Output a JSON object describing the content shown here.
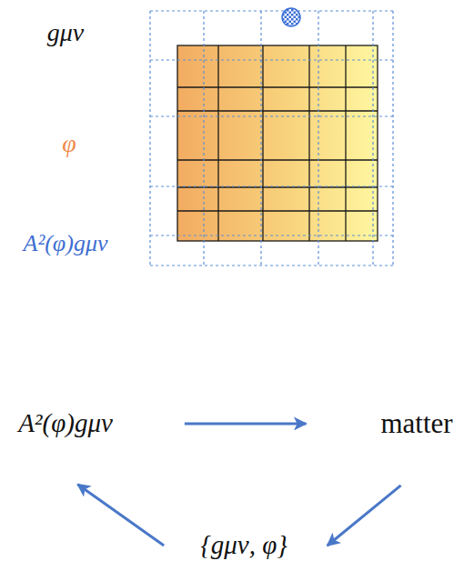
{
  "diagram": {
    "nodes": [
      {
        "text": [
          "A²(φ)gμν"
        ]
      },
      {
        "text": [
          "matter"
        ]
      },
      {
        "text": [
          "{gμν, φ}"
        ]
      }
    ],
    "edges": [
      {
        "from": 0,
        "to": 1,
        "arrow": "to"
      },
      {
        "from": 1,
        "to": 2,
        "arrow": "to"
      },
      {
        "from": 2,
        "to": 0,
        "arrow": "to"
      }
    ],
    "labels": [
      "gμν",
      "φ",
      "A²(φ)gμν"
    ]
  }
}
